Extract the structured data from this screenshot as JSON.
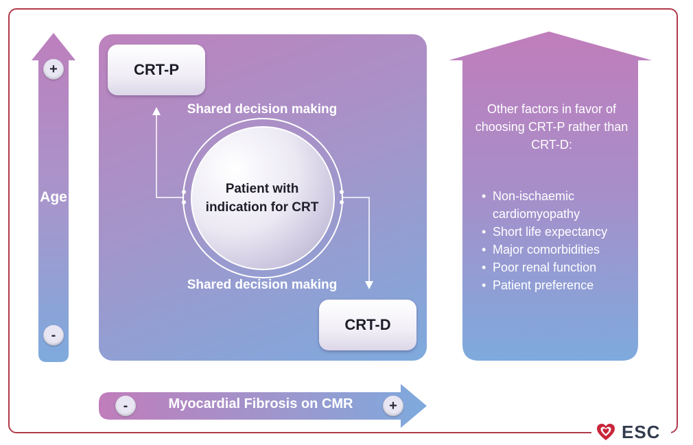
{
  "age_axis": {
    "label": "Age",
    "plus": "+",
    "minus": "-"
  },
  "center": {
    "label": "Patient with indication for CRT"
  },
  "options": {
    "top": "CRT-P",
    "bottom": "CRT-D"
  },
  "shared_decision": {
    "top": "Shared decision making",
    "bottom": "Shared decision making"
  },
  "factors": {
    "heading": "Other factors in favor of choosing CRT-P rather than CRT-D:",
    "items": [
      "Non-ischaemic cardiomyopathy",
      "Short life expectancy",
      "Major comorbidities",
      "Poor renal function",
      "Patient preference"
    ]
  },
  "fibrosis_axis": {
    "label": "Myocardial Fibrosis on CMR",
    "minus": "-",
    "plus": "+"
  },
  "logo": {
    "text": "ESC"
  },
  "colors": {
    "frame": "#b0394a",
    "pink": "#bd82bd",
    "blue": "#7eaadd"
  }
}
